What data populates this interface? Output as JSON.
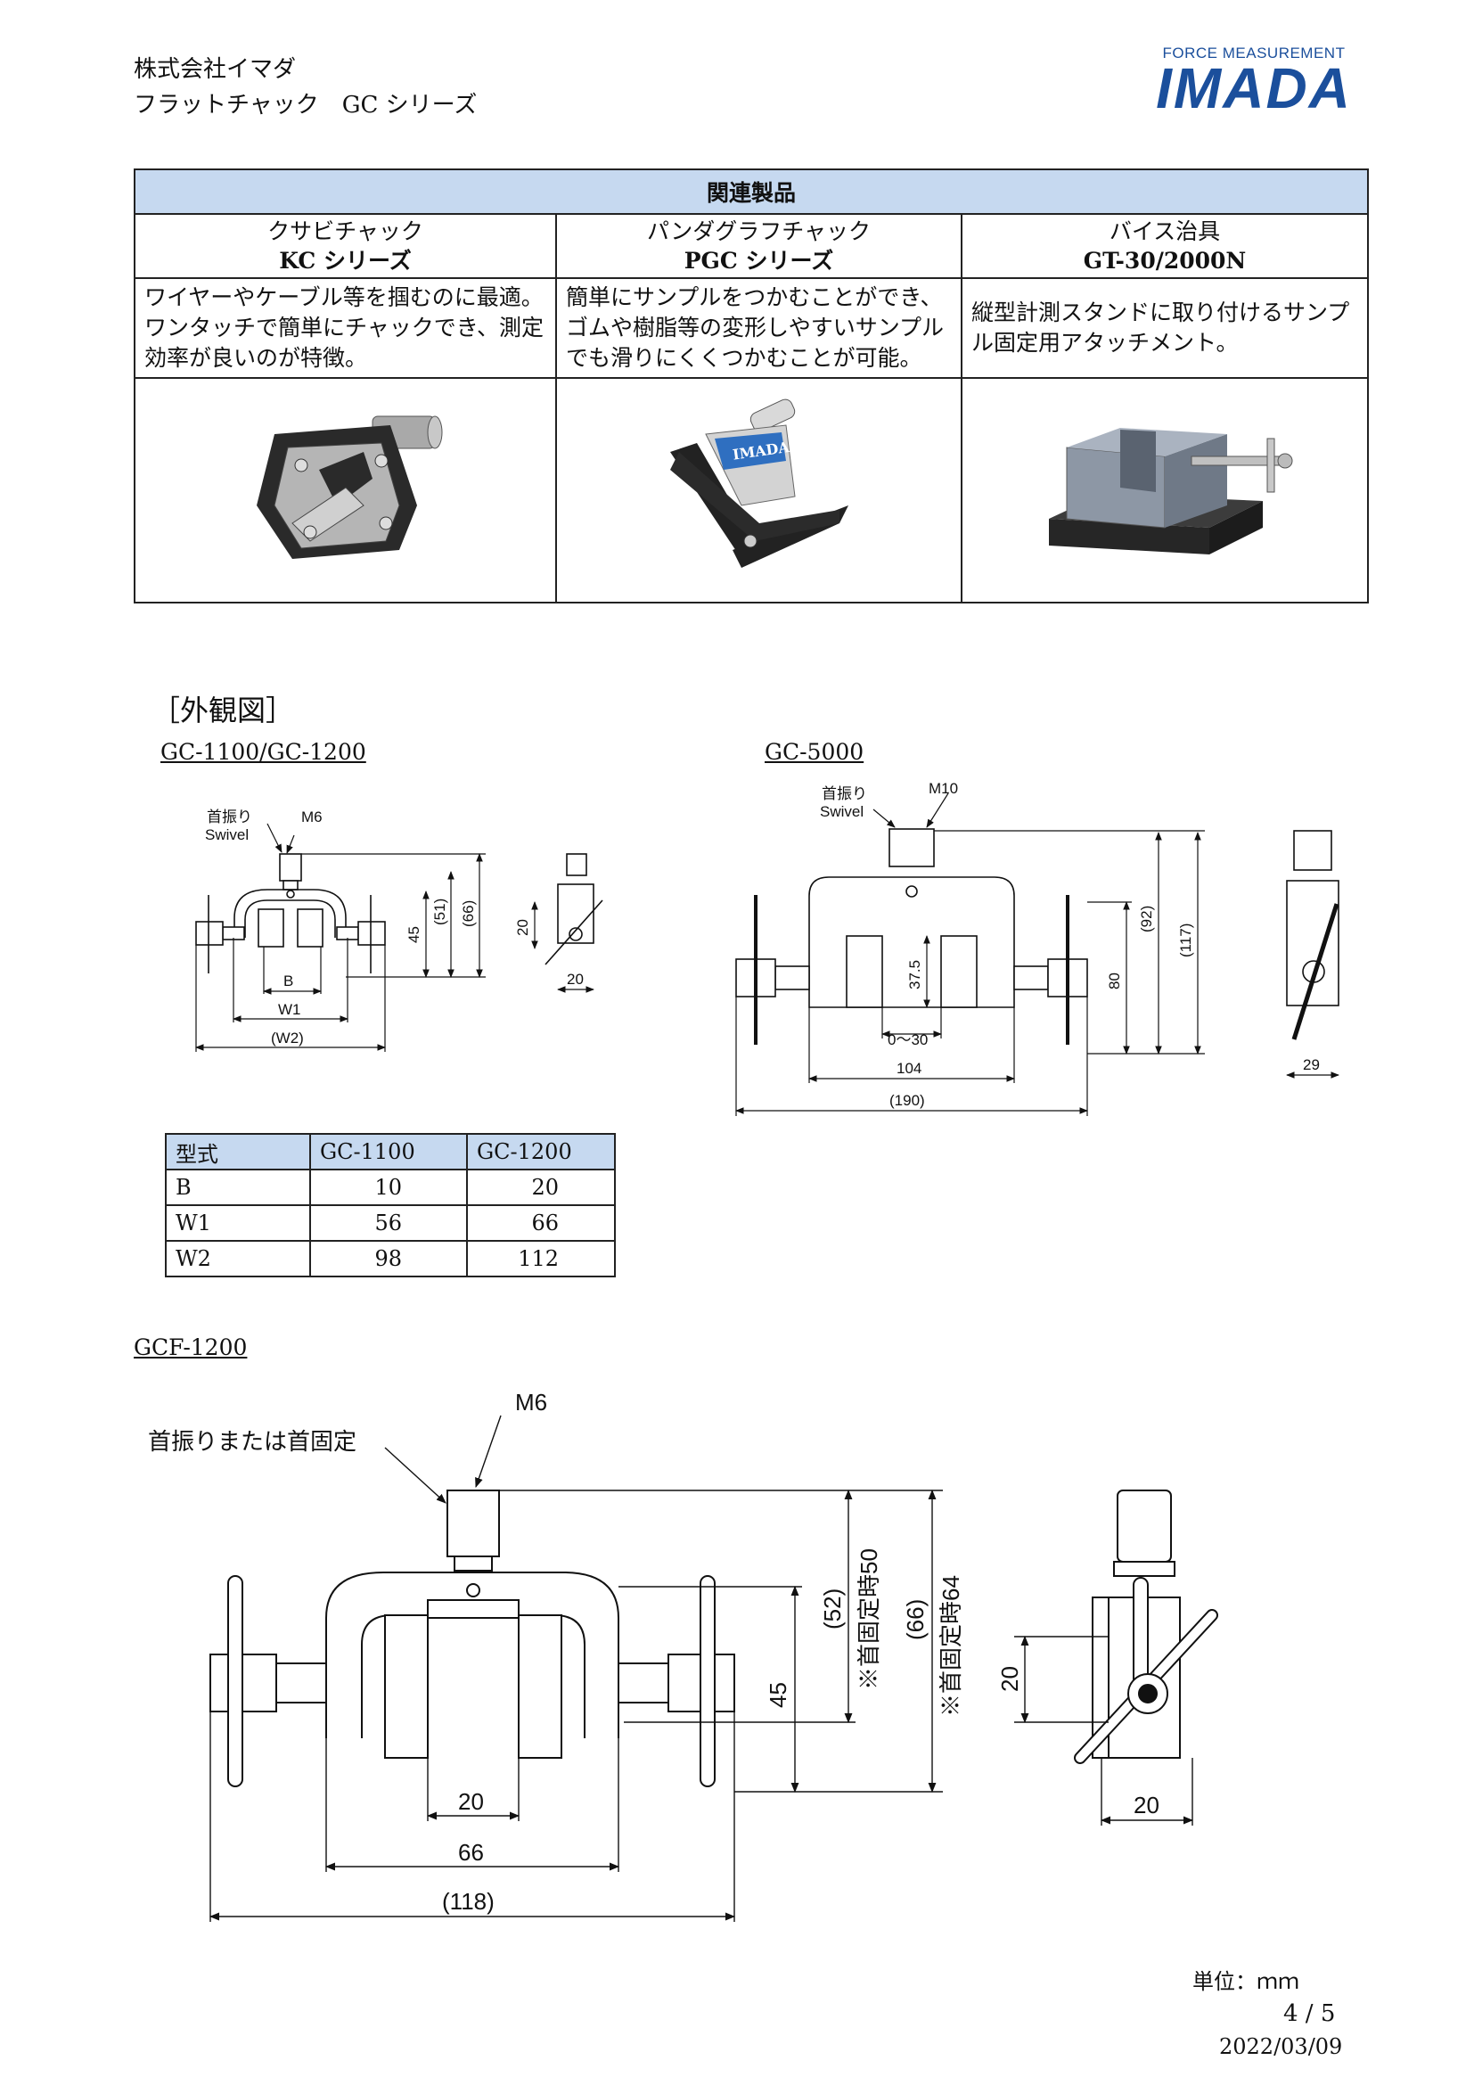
{
  "header": {
    "company": "株式会社イマダ",
    "title": "フラットチャック　GC シリーズ",
    "logo_top": "FORCE MEASUREMENT",
    "logo_main": "IMADA"
  },
  "related": {
    "heading": "関連製品",
    "products": [
      {
        "name": "クサビチャック",
        "model": "KC シリーズ",
        "desc": "ワイヤーやケーブル等を掴むのに最適。ワンタッチで簡単にチャックでき、測定効率が良いのが特徴。"
      },
      {
        "name": "パンダグラフチャック",
        "model": "PGC シリーズ",
        "desc": "簡単にサンプルをつかむことができ、ゴムや樹脂等の変形しやすいサンプルでも滑りにくくつかむことが可能。"
      },
      {
        "name": "バイス治具",
        "model": "GT-30/2000N",
        "desc": "縦型計測スタンドに取り付けるサンプル固定用アタッチメント。"
      }
    ],
    "pgc_logo": "IMADA"
  },
  "section_title": "［外観図］",
  "drawings": {
    "gc1100": {
      "label": "GC-1100/GC-1200",
      "swivel_jp": "首振り",
      "swivel_en": "Swivel",
      "thread": "M6",
      "dims": {
        "b": "B",
        "w1": "W1",
        "w2": "(W2)",
        "h45": "45",
        "h51": "(51)",
        "h66": "(66)",
        "s20v": "20",
        "s20h": "20"
      }
    },
    "gc5000": {
      "label": "GC-5000",
      "swivel_jp": "首振り",
      "swivel_en": "Swivel",
      "thread": "M10",
      "dims": {
        "h375": "37.5",
        "range": "0～30",
        "w104": "104",
        "w190": "(190)",
        "h80": "80",
        "h92": "(92)",
        "h117": "(117)",
        "s29": "29"
      }
    },
    "gcf1200": {
      "label": "GCF-1200",
      "swivel": "首振りまたは首固定",
      "thread": "M6",
      "dims": {
        "w20": "20",
        "w66": "66",
        "w118": "(118)",
        "h45": "45",
        "h52": "(52)",
        "note50": "※首固定時50",
        "h66": "(66)",
        "note64": "※首固定時64",
        "s20v": "20",
        "s20h": "20"
      }
    }
  },
  "spec_table": {
    "headers": [
      "型式",
      "GC-1100",
      "GC-1200"
    ],
    "rows": [
      [
        "B",
        "10",
        "20"
      ],
      [
        "W1",
        "56",
        "66"
      ],
      [
        "W2",
        "98",
        "112"
      ]
    ]
  },
  "footer": {
    "unit": "単位：ｍｍ",
    "page": "4 / 5",
    "date": "2022/03/09"
  }
}
